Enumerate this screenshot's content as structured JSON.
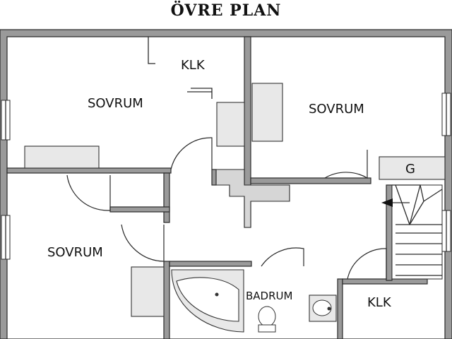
{
  "title": "ÖVRE PLAN",
  "rooms": {
    "klk_top": "KLK",
    "sovrum_top_left": "SOVRUM",
    "sovrum_top_right": "SOVRUM",
    "sovrum_bottom_left": "SOVRUM",
    "badrum": "BADRUM",
    "klk_bottom": "KLK",
    "g_box": "G"
  }
}
